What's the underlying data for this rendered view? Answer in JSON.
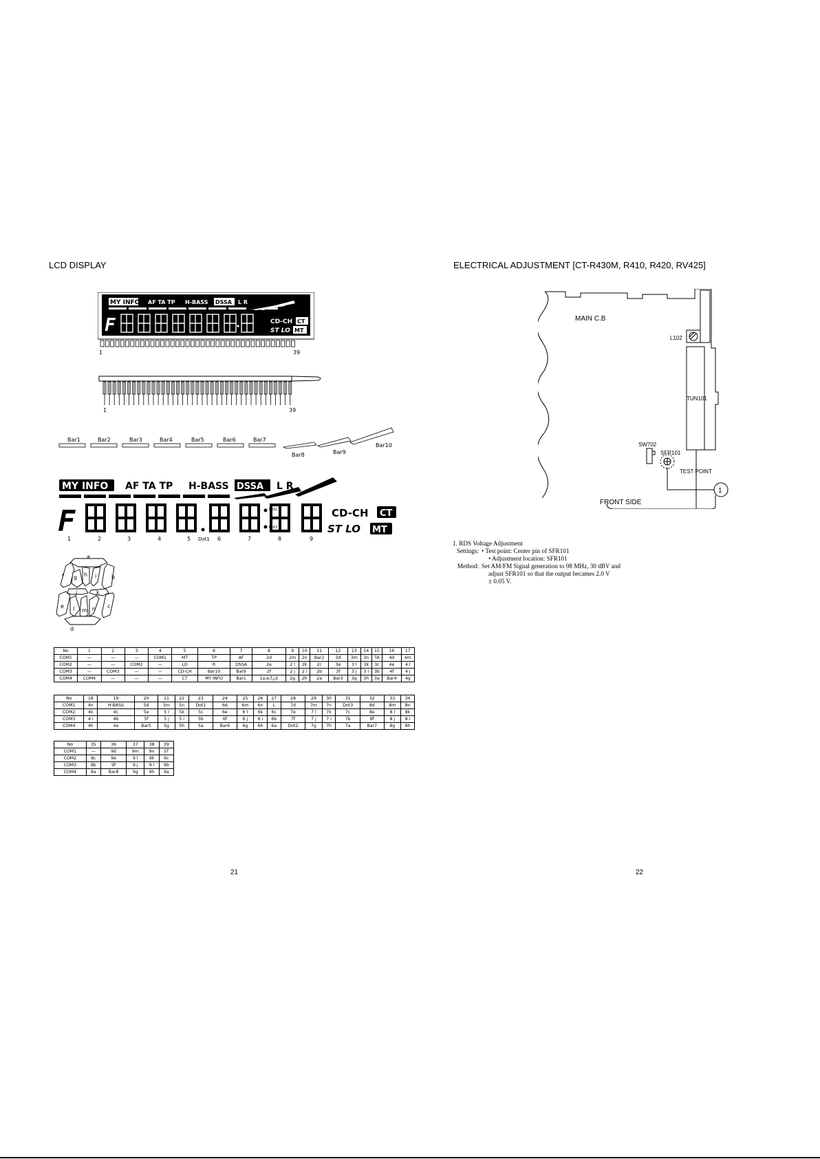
{
  "left": {
    "title": "LCD DISPLAY",
    "page_number": "21",
    "lcd_top": {
      "row1": [
        "MY INFO",
        "AF TA TP",
        "H-BASS",
        "DSSA",
        "L R"
      ],
      "right_row2": [
        "CD-CH",
        "CT"
      ],
      "right_row3": [
        "ST LO",
        "MT"
      ],
      "pin_first": "1",
      "pin_last": "39"
    },
    "connector": {
      "pin_first": "1",
      "pin_last": "39"
    },
    "bars": [
      "Bar1",
      "Bar2",
      "Bar3",
      "Bar4",
      "Bar5",
      "Bar6",
      "Bar7",
      "Bar8",
      "Bar9",
      "Bar10"
    ],
    "lcd_large": {
      "row1": [
        "MY INFO",
        "AF TA TP",
        "H-BASS",
        "DSSA",
        "L R"
      ],
      "ct": "CD-CH",
      "ct_badge": "CT",
      "stlo": "ST LO",
      "mt_badge": "MT",
      "digits": [
        "1",
        "2",
        "3",
        "4",
        "5",
        "Dot1",
        "6",
        "7",
        "8",
        "9"
      ],
      "dots": [
        "Dot2",
        "Dot3"
      ]
    },
    "segment_letters": [
      "a",
      "b",
      "c",
      "d",
      "e",
      "f",
      "g",
      "h",
      "i",
      "j",
      "k",
      "l",
      "m",
      "n"
    ],
    "tables": [
      {
        "rows": [
          [
            "No",
            "1",
            "2",
            "3",
            "4",
            "5",
            "6",
            "7",
            "8",
            "9",
            "10",
            "11",
            "12",
            "13",
            "14",
            "15",
            "16",
            "17"
          ],
          [
            "COM1",
            "—",
            "—",
            "—",
            "COM1",
            "MT",
            "TP",
            "AF",
            "2d",
            "2m",
            "2n",
            "Bar2",
            "3d",
            "3m",
            "3n",
            "TA",
            "4d",
            "4m"
          ],
          [
            "COM2",
            "—",
            "—",
            "COM2",
            "—",
            "LO",
            "R",
            "DSSA",
            "2e",
            "2 l",
            "2k",
            "2c",
            "3e",
            "3 l",
            "3k",
            "3c",
            "4e",
            "4 l"
          ],
          [
            "COM3",
            "—",
            "COM3",
            "—",
            "—",
            "CD-CH",
            "Bar10",
            "Bar9",
            "2f",
            "2 j",
            "2 i",
            "2b",
            "3f",
            "3 j",
            "3 i",
            "3b",
            "4f",
            "4 j"
          ],
          [
            "COM4",
            "COM4",
            "—",
            "—",
            "—",
            "CT",
            "MY INFO",
            "Bar1",
            "1a,e,f,j,k",
            "2g",
            "2h",
            "2a",
            "Bar3",
            "3g",
            "3h",
            "3a",
            "Bar4",
            "4g"
          ]
        ]
      },
      {
        "rows": [
          [
            "No",
            "18",
            "19",
            "20",
            "21",
            "22",
            "23",
            "24",
            "25",
            "26",
            "27",
            "28",
            "29",
            "30",
            "31",
            "32",
            "33",
            "34"
          ],
          [
            "COM1",
            "4n",
            "H-BASS",
            "5d",
            "5m",
            "5n",
            "Dot1",
            "6d",
            "6m",
            "6n",
            "L",
            "7d",
            "7m",
            "7n",
            "Dot3",
            "8d",
            "8m",
            "8n"
          ],
          [
            "COM2",
            "4k",
            "4c",
            "5e",
            "5 l",
            "5k",
            "5c",
            "6e",
            "6 l",
            "6k",
            "6c",
            "7e",
            "7 l",
            "7k",
            "7c",
            "8e",
            "8 l",
            "8k"
          ],
          [
            "COM3",
            "4 i",
            "4b",
            "5f",
            "5 j",
            "5 i",
            "5b",
            "6f",
            "6 j",
            "6 i",
            "6b",
            "7f",
            "7 j",
            "7 i",
            "7b",
            "8f",
            "8 j",
            "8 i"
          ],
          [
            "COM4",
            "4h",
            "4a",
            "Bar5",
            "5g",
            "5h",
            "5a",
            "Bar6",
            "6g",
            "6h",
            "6a",
            "Dot2",
            "7g",
            "7h",
            "7a",
            "Bar7",
            "8g",
            "8h"
          ]
        ]
      },
      {
        "rows": [
          [
            "No",
            "35",
            "36",
            "37",
            "38",
            "39"
          ],
          [
            "COM1",
            "—",
            "9d",
            "9m",
            "9n",
            "ST"
          ],
          [
            "COM2",
            "8c",
            "9e",
            "9 l",
            "9k",
            "9c"
          ],
          [
            "COM3",
            "8b",
            "9f",
            "9 j",
            "9 i",
            "9b"
          ],
          [
            "COM4",
            "8a",
            "Bar8",
            "9g",
            "9h",
            "9a"
          ]
        ]
      }
    ]
  },
  "right": {
    "title": "ELECTRICAL ADJUSTMENT [CT-R430M, R410, R420, RV425]",
    "page_number": "22",
    "board": {
      "main_label": "MAIN C.B",
      "l102": "L102",
      "tun101": "TUN101",
      "sw702": "SW702",
      "sfr101": "SFR101",
      "test_point": "TEST POINT",
      "front_side": "FRONT SIDE",
      "callout": "1"
    },
    "procedure": {
      "heading": "1.   RDS Voltage Adjustment",
      "settings_label": "Settings:",
      "settings": [
        "• Test point: Center pin of SFR101",
        "• Adjustment location:  SFR101"
      ],
      "method_label": "Method:",
      "method_lines": [
        "Set AM/FM Signal generation to 98 MHz, 30 dBV and",
        "adjust SFR101 so that the output becames 2.0 V",
        "± 0.05 V."
      ]
    }
  }
}
